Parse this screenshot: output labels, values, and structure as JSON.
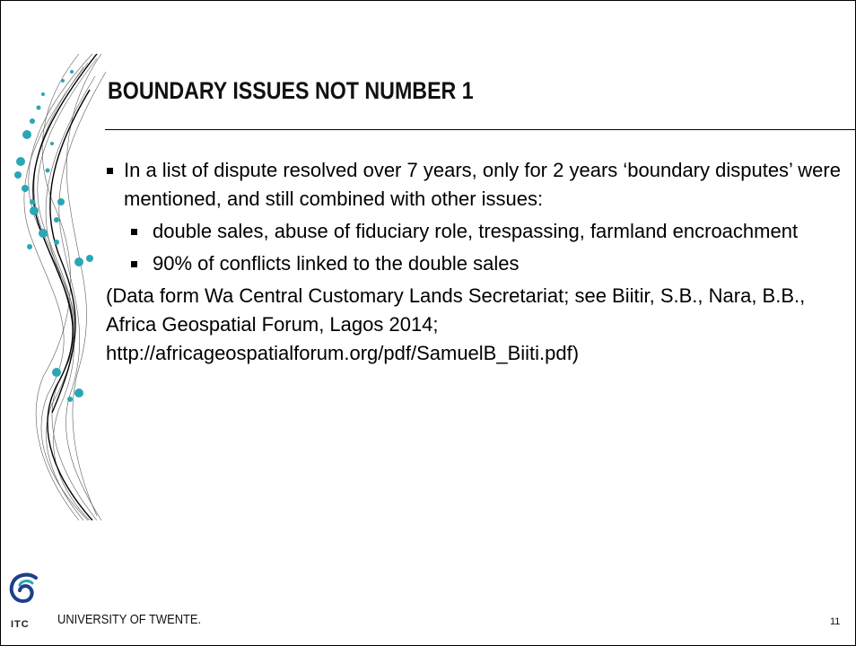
{
  "slide": {
    "title": "BOUNDARY ISSUES NOT NUMBER 1",
    "bullets": [
      {
        "text": "In a list of dispute resolved over 7 years, only for 2 years ‘boundary disputes’ were mentioned, and still combined with other issues:",
        "sub": [
          "double sales, abuse of fiduciary role, trespassing, farmland encroachment",
          "90% of conflicts linked to the double sales"
        ]
      }
    ],
    "source": "(Data form Wa Central Customary Lands Secretariat; see Biitir, S.B., Nara, B.B., Africa Geospatial Forum, Lagos 2014; http://africageospatialforum.org/pdf/SamuelB_Biiti.pdf)"
  },
  "footer": {
    "logo_text": "ITC",
    "university": "UNIVERSITY OF TWENTE.",
    "page_number": "11"
  },
  "colors": {
    "accent": "#2aa6b5",
    "text": "#000000"
  },
  "icons": {
    "logo": "itc-logo-icon",
    "decoration": "decorative-wave-lines"
  }
}
